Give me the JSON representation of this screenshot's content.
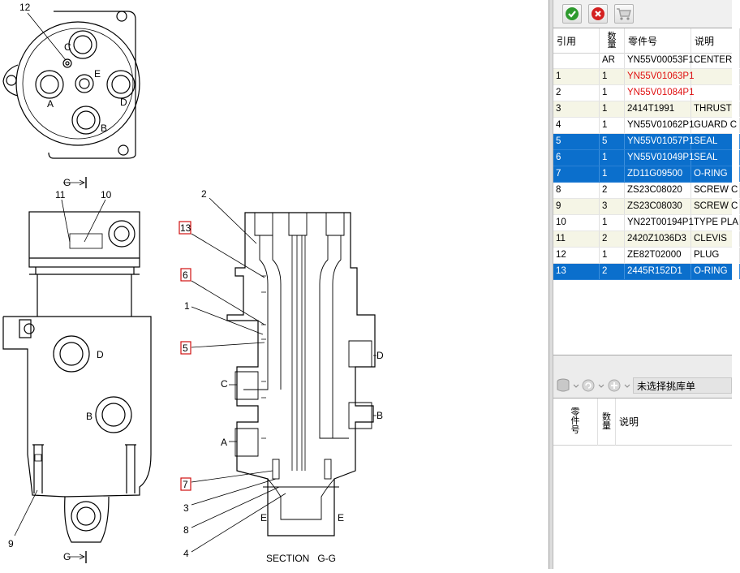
{
  "drawing": {
    "callouts": {
      "c1": "1",
      "c2": "2",
      "c3": "3",
      "c4": "4",
      "c5": "5",
      "c6": "6",
      "c7": "7",
      "c8": "8",
      "c9": "9",
      "c10": "10",
      "c11": "11",
      "c12": "12",
      "c13": "13"
    },
    "port_labels": {
      "A": "A",
      "B": "B",
      "C": "C",
      "D": "D",
      "E": "E"
    },
    "section_marker": "G",
    "section_title": "SECTION   G-G"
  },
  "toolbar": {
    "confirm_icon": "check-icon",
    "cancel_icon": "close-icon",
    "cart_icon": "cart-icon"
  },
  "parts_table": {
    "headers": {
      "ref": "引用",
      "qty": "数量",
      "part_no": "零件号",
      "desc": "说明"
    },
    "rows": [
      {
        "ref": "",
        "qty": "AR",
        "part_no": "YN55V00053F1",
        "desc": "CENTER",
        "style": "normal",
        "red": false
      },
      {
        "ref": "1",
        "qty": "1",
        "part_no": "YN55V01063P1",
        "desc": "",
        "style": "alt",
        "red": true
      },
      {
        "ref": "2",
        "qty": "1",
        "part_no": "YN55V01084P1",
        "desc": "",
        "style": "normal",
        "red": true
      },
      {
        "ref": "3",
        "qty": "1",
        "part_no": "2414T1991",
        "desc": "THRUST",
        "style": "alt",
        "red": false
      },
      {
        "ref": "4",
        "qty": "1",
        "part_no": "YN55V01062P1",
        "desc": "GUARD C",
        "style": "normal",
        "red": false
      },
      {
        "ref": "5",
        "qty": "5",
        "part_no": "YN55V01057P1",
        "desc": "SEAL",
        "style": "sel",
        "red": false
      },
      {
        "ref": "6",
        "qty": "1",
        "part_no": "YN55V01049P1",
        "desc": "SEAL",
        "style": "sel",
        "red": false
      },
      {
        "ref": "7",
        "qty": "1",
        "part_no": "ZD11G09500",
        "desc": "O-RING",
        "style": "sel",
        "red": false
      },
      {
        "ref": "8",
        "qty": "2",
        "part_no": "ZS23C08020",
        "desc": "SCREW C",
        "style": "normal",
        "red": false
      },
      {
        "ref": "9",
        "qty": "3",
        "part_no": "ZS23C08030",
        "desc": "SCREW C",
        "style": "alt",
        "red": false
      },
      {
        "ref": "10",
        "qty": "1",
        "part_no": "YN22T00194P1",
        "desc": "TYPE PLA",
        "style": "normal",
        "red": false
      },
      {
        "ref": "11",
        "qty": "2",
        "part_no": "2420Z1036D3",
        "desc": "CLEVIS",
        "style": "alt",
        "red": false
      },
      {
        "ref": "12",
        "qty": "1",
        "part_no": "ZE82T02000",
        "desc": "PLUG",
        "style": "normal",
        "red": false
      },
      {
        "ref": "13",
        "qty": "2",
        "part_no": "2445R152D1",
        "desc": "O-RING",
        "style": "sel",
        "red": false
      }
    ]
  },
  "pick_toolbar": {
    "combo_text": "未选择挑库单",
    "db_icon": "database-icon",
    "refresh_icon": "refresh-icon",
    "add_icon": "add-icon"
  },
  "pick_table": {
    "headers": {
      "part_no": "零件号",
      "qty": "数量",
      "desc": "说明"
    }
  },
  "colors": {
    "selection": "#0b6fcc",
    "alt_row": "#f5f5e6",
    "red_text": "#e01010",
    "callout_box": "#d01010"
  }
}
